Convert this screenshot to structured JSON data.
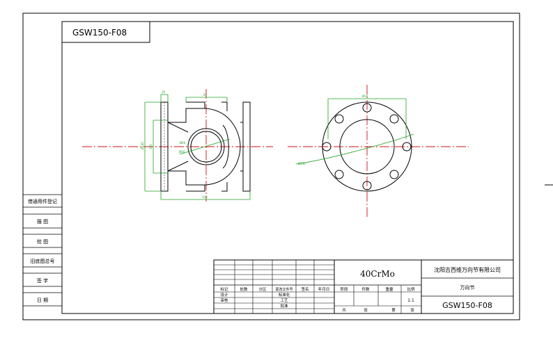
{
  "drawing_number": "GSW150-F08",
  "material": "40CrMo",
  "company": "沈阳吉西维万向节有限公司",
  "part_name": "万向节",
  "scale": "1:1",
  "left_column": {
    "row1": "借通用件登记",
    "row2": "描 图",
    "row3": "校 图",
    "row4": "旧底图总号",
    "row5": "签 字",
    "row6": "日 期"
  },
  "title_block": {
    "hdr_mark": "标记",
    "hdr_qty": "处数",
    "hdr_zone": "分区",
    "hdr_change_doc": "更改文件号",
    "hdr_sign": "签名",
    "hdr_date": "年月日",
    "designer": "设计",
    "standardization": "标准化",
    "checker": "审核",
    "process": "工艺",
    "approve": "批准",
    "stage_mark": "阶段",
    "weight": "重量",
    "revision": "比例",
    "count": "件数",
    "total": "共",
    "sheet": "张",
    "sheet_of": "第",
    "sheet_unit": "张"
  },
  "dims": {
    "d1": "10",
    "d2": "45",
    "d3": "Ø50",
    "d4": "Ø140",
    "d5": "100",
    "d6": "130",
    "d7": "Ø40",
    "d8": "Ø150",
    "d9": "Ø10"
  }
}
